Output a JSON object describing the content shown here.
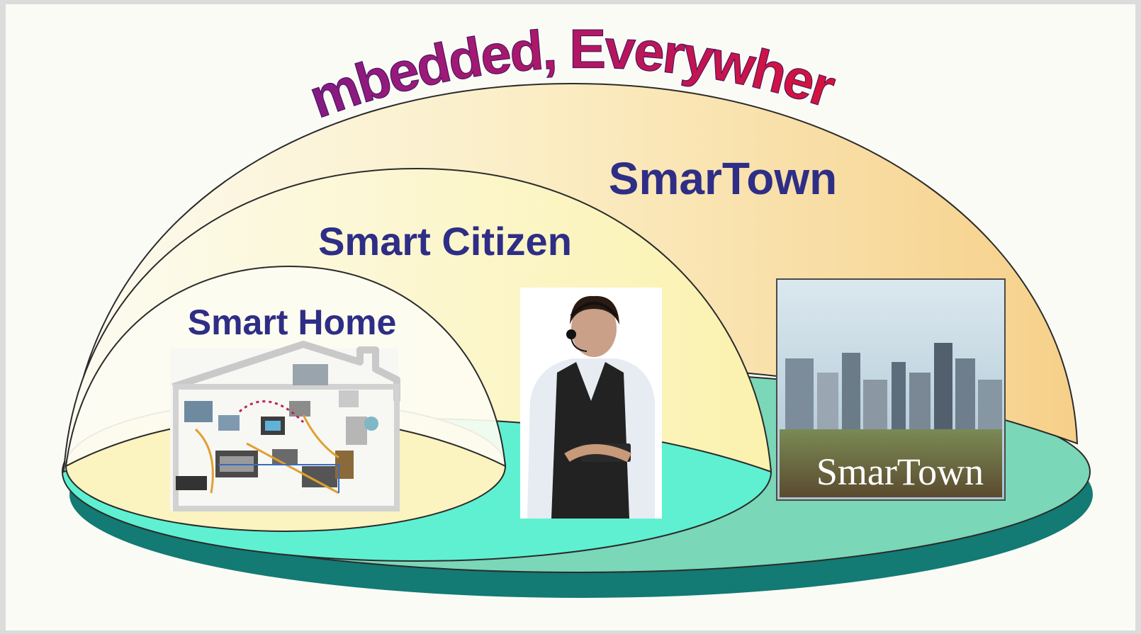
{
  "title": "Embedded, Everywhere",
  "domes": {
    "outer": "SmarTown",
    "middle": "Smart Citizen",
    "inner": "Smart Home"
  },
  "city_photo_caption": "SmarTown",
  "colors": {
    "title_start": "#3d1a9e",
    "title_end": "#d8123a",
    "label": "#2e2e86",
    "outer_dome": "#f7d99a",
    "middle_dome": "#fbf3b8",
    "inner_dome": "#fdfbe6",
    "base_teal": "#5fe0c8",
    "base_shadow": "#147a73"
  }
}
